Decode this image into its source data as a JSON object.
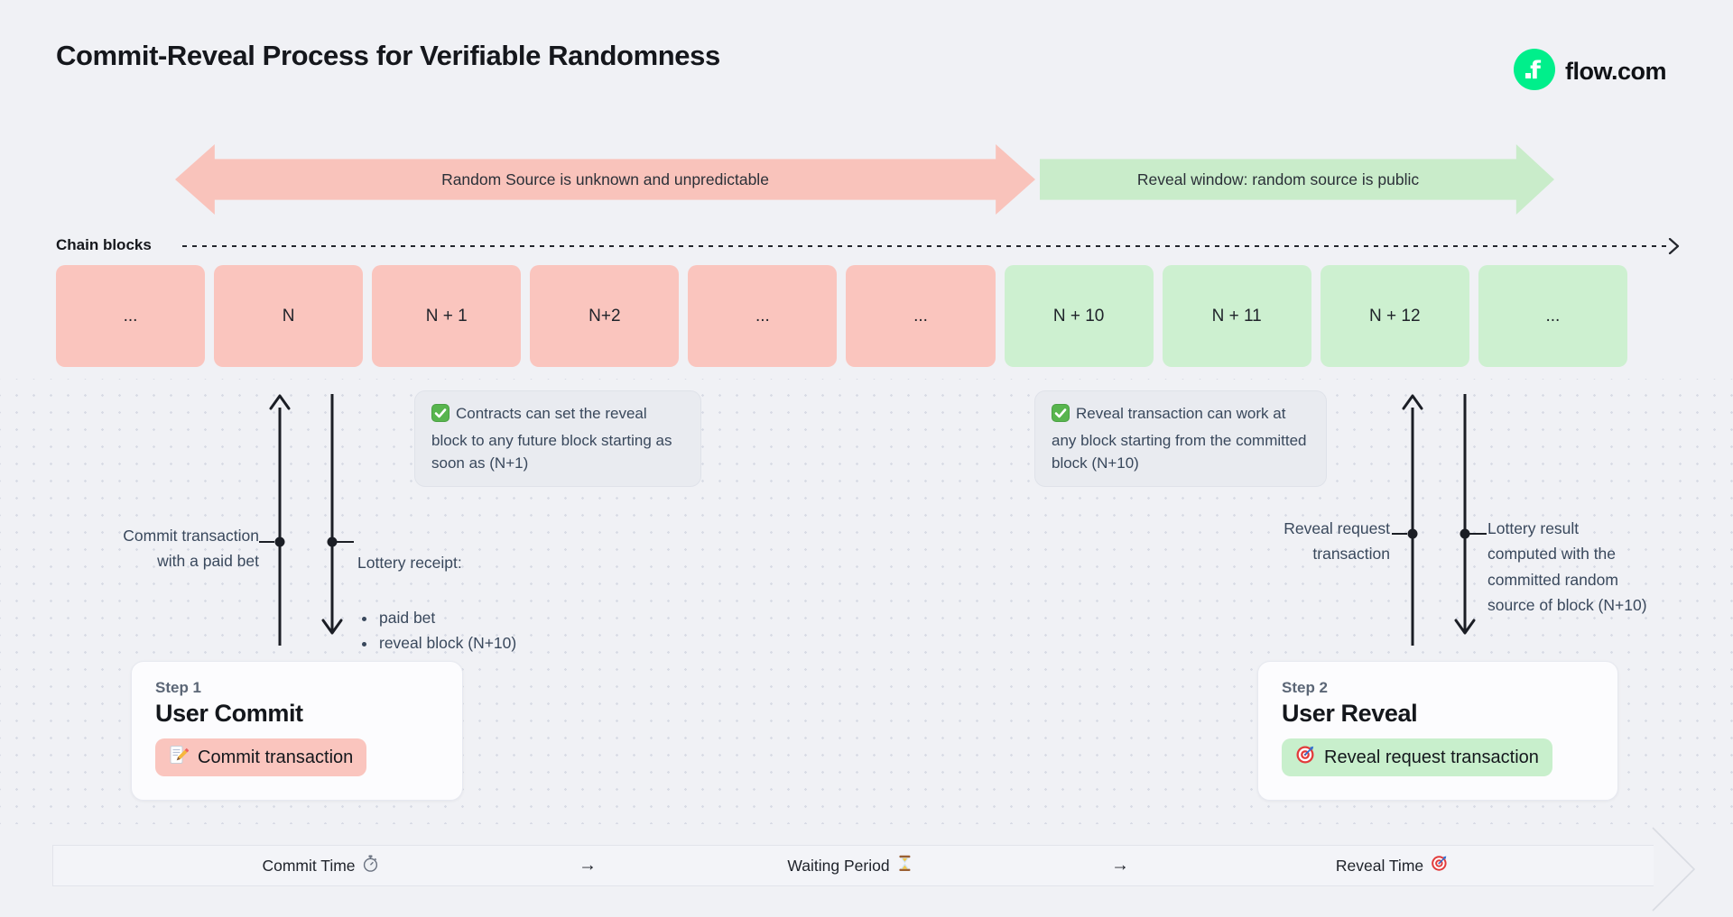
{
  "page": {
    "title": "Commit-Reveal Process for Verifiable Randomness",
    "brand": "flow.com"
  },
  "colors": {
    "background": "#f0f1f5",
    "commit_pink": "#f9c3bb",
    "commit_block_pink": "#fac5be",
    "reveal_green": "#c9ecca",
    "reveal_block_green": "#cdf0d0",
    "brand_green": "#00ef8b",
    "slate_text": "#39485c"
  },
  "phase_banners": {
    "commit": "Random Source is unknown and unpredictable",
    "reveal": "Reveal window: random source is public"
  },
  "chain": {
    "label": "Chain blocks",
    "blocks": [
      {
        "label": "...",
        "phase": "commit"
      },
      {
        "label": "N",
        "phase": "commit"
      },
      {
        "label": "N + 1",
        "phase": "commit"
      },
      {
        "label": "N+2",
        "phase": "commit"
      },
      {
        "label": "...",
        "phase": "commit"
      },
      {
        "label": "...",
        "phase": "commit"
      },
      {
        "label": "N + 10",
        "phase": "reveal"
      },
      {
        "label": "N + 11",
        "phase": "reveal"
      },
      {
        "label": "N + 12",
        "phase": "reveal"
      },
      {
        "label": "...",
        "phase": "reveal"
      }
    ]
  },
  "notes": {
    "left": {
      "icon": "check-icon",
      "text": "Contracts can set the reveal block to any future block starting as soon as (N+1)"
    },
    "right": {
      "icon": "check-icon",
      "text": "Reveal transaction can work at any block starting from the committed block (N+10)"
    }
  },
  "callouts": {
    "commit_tx": "Commit transaction\nwith a paid bet",
    "lottery_receipt": {
      "title": "Lottery receipt:",
      "items": [
        "paid bet",
        "reveal block (N+10)"
      ]
    },
    "reveal_request": "Reveal request\ntransaction",
    "lottery_result": "Lottery result\ncomputed with the\ncommitted random\nsource of block (N+10)"
  },
  "steps": [
    {
      "step_label": "Step 1",
      "title": "User Commit",
      "action": "Commit transaction",
      "icon": "memo-icon",
      "phase": "commit"
    },
    {
      "step_label": "Step 2",
      "title": "User Reveal",
      "action": "Reveal request transaction",
      "icon": "target-icon",
      "phase": "reveal"
    }
  ],
  "timeline": {
    "items": [
      {
        "label": "Commit Time",
        "icon": "stopwatch-icon"
      },
      {
        "label": "Waiting Period",
        "icon": "hourglass-icon"
      },
      {
        "label": "Reveal Time",
        "icon": "target-icon"
      }
    ],
    "separator": "→"
  }
}
